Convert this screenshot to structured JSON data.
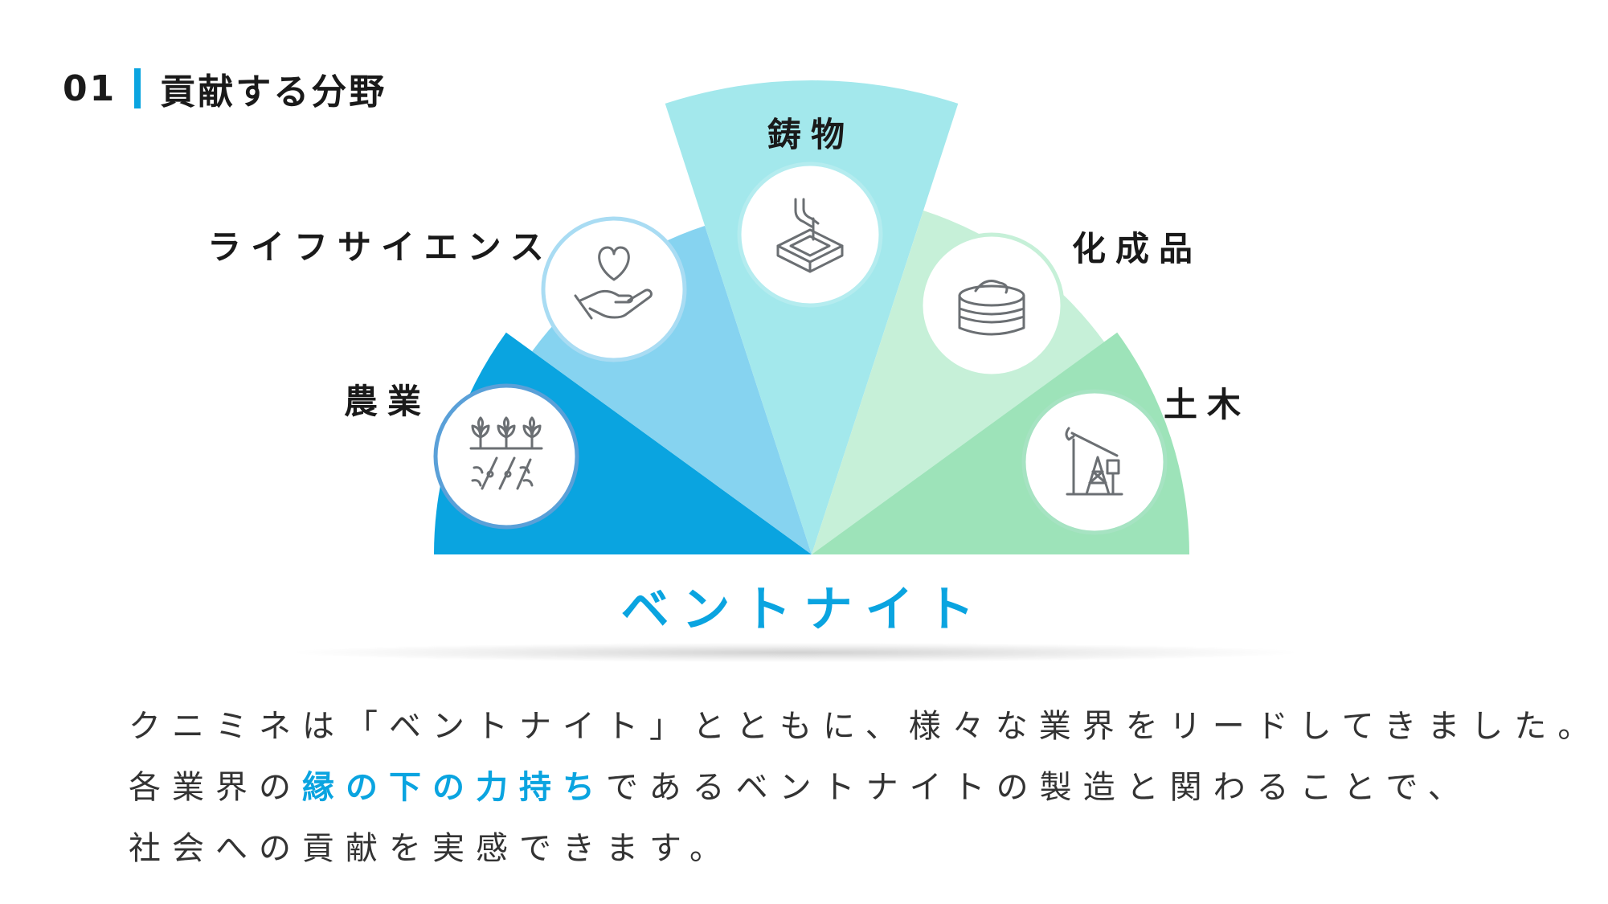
{
  "heading": {
    "number": "01",
    "title": "貢献する分野"
  },
  "center_label": "ベントナイト",
  "sectors": [
    {
      "label": "農業",
      "color": "#0aa4e0",
      "ring": "#5aa0d8",
      "icon": "crops-icon"
    },
    {
      "label": "ライフサイエンス",
      "color": "#86d3f0",
      "ring": "#a9dcf3",
      "icon": "heart-hand-icon"
    },
    {
      "label": "鋳物",
      "color": "#a3e8ec",
      "ring": "#b4ecef",
      "icon": "casting-mold-icon"
    },
    {
      "label": "化成品",
      "color": "#c6f0d8",
      "ring": "#c6f0d8",
      "icon": "cream-jar-icon"
    },
    {
      "label": "土木",
      "color": "#9de3b9",
      "ring": "#a6e3c2",
      "icon": "oil-pump-icon"
    }
  ],
  "body": {
    "line1": "クニミネは「ベントナイト」とともに、様々な業界をリードしてきました。",
    "line2_pre": "各業界の",
    "line2_highlight": "縁の下の力持ち",
    "line2_post": "であるベントナイトの製造と関わることで、",
    "line3": "社会への貢献を実感できます。"
  },
  "colors": {
    "accent": "#0aa4e0",
    "icon_stroke": "#6b6f73"
  }
}
